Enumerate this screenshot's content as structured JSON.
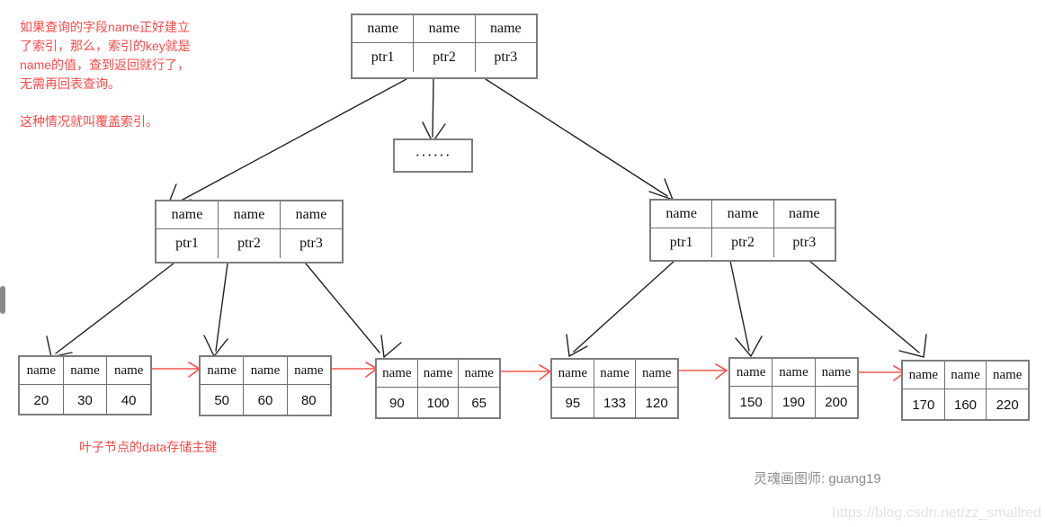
{
  "annotations": {
    "top_note": "如果查询的字段name正好建立\n了索引，那么，索引的key就是\nname的值，查到返回就行了，\n无需再回表查询。\n\n这种情况就叫覆盖索引。",
    "leaf_caption": "叶子节点的data存储主键",
    "signature": "灵魂画图师: guang19",
    "watermark": "https://blog.csdn.net/zz_smallred"
  },
  "colors": {
    "annotation_red": "#fb4a4a",
    "link_red": "#f4564e",
    "box_border": "#7d7d7d",
    "arrow": "#222222",
    "signature_gray": "#8e8e8e",
    "watermark_gray": "#e3e3e3"
  },
  "tree": {
    "root": {
      "label": "root-node",
      "keys": [
        "name",
        "name",
        "name"
      ],
      "pointers": [
        "ptr1",
        "ptr2",
        "ptr3"
      ]
    },
    "ellipsis_node": {
      "label": "ellipsis-node",
      "text": "······"
    },
    "internal": [
      {
        "label": "internal-node-left",
        "keys": [
          "name",
          "name",
          "name"
        ],
        "pointers": [
          "ptr1",
          "ptr2",
          "ptr3"
        ]
      },
      {
        "label": "internal-node-right",
        "keys": [
          "name",
          "name",
          "name"
        ],
        "pointers": [
          "ptr1",
          "ptr2",
          "ptr3"
        ]
      }
    ],
    "leaves": [
      {
        "label": "leaf-node-1",
        "keys": [
          "name",
          "name",
          "name"
        ],
        "values": [
          "20",
          "30",
          "40"
        ]
      },
      {
        "label": "leaf-node-2",
        "keys": [
          "name",
          "name",
          "name"
        ],
        "values": [
          "50",
          "60",
          "80"
        ]
      },
      {
        "label": "leaf-node-3",
        "keys": [
          "name",
          "name",
          "name"
        ],
        "values": [
          "90",
          "100",
          "65"
        ]
      },
      {
        "label": "leaf-node-4",
        "keys": [
          "name",
          "name",
          "name"
        ],
        "values": [
          "95",
          "133",
          "120"
        ]
      },
      {
        "label": "leaf-node-5",
        "keys": [
          "name",
          "name",
          "name"
        ],
        "values": [
          "150",
          "190",
          "200"
        ]
      },
      {
        "label": "leaf-node-6",
        "keys": [
          "name",
          "name",
          "name"
        ],
        "values": [
          "170",
          "160",
          "220"
        ]
      }
    ]
  }
}
